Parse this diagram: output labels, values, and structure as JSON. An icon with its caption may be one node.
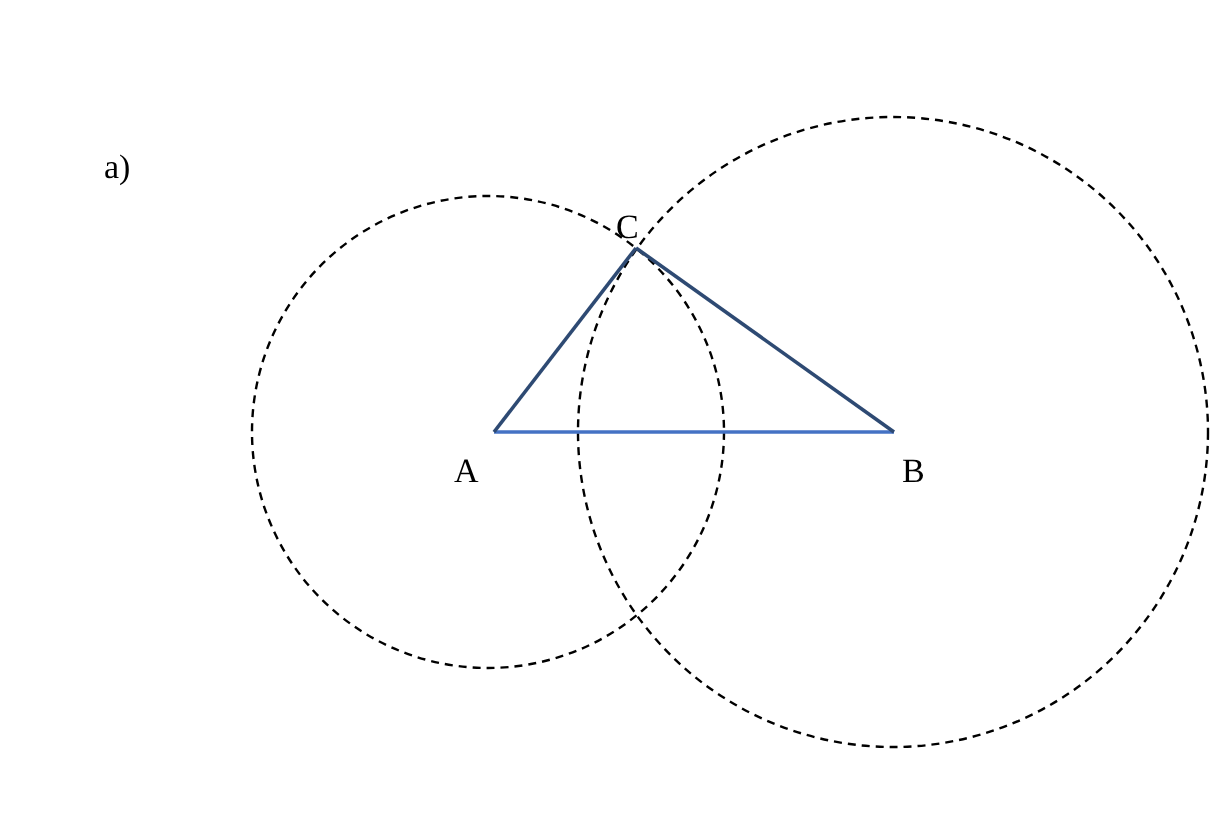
{
  "diagram": {
    "labels": [
      "а)",
      "C",
      "A",
      "B"
    ]
  }
}
